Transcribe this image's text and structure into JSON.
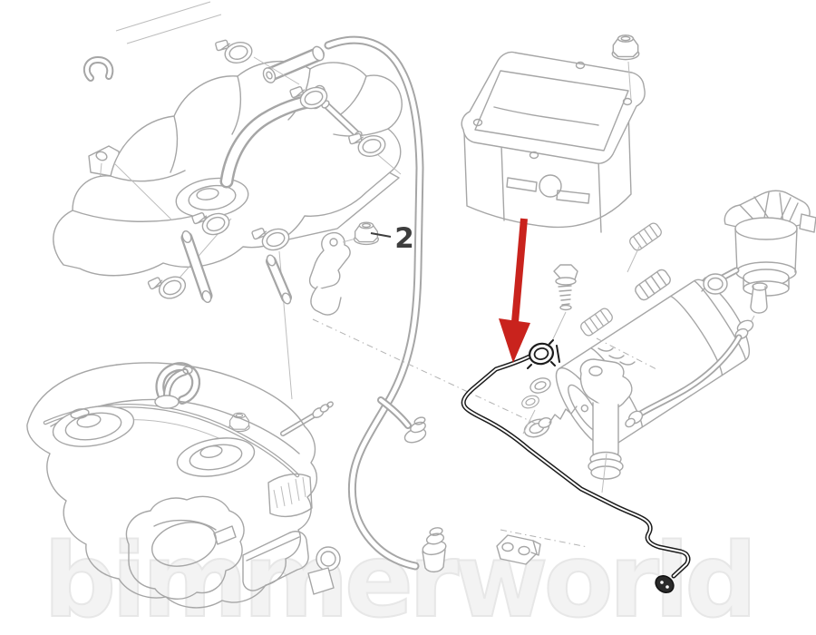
{
  "watermark": {
    "text": "bimmerworld"
  },
  "labels": {
    "part_number": "2"
  },
  "colors": {
    "background": "#ffffff",
    "outline": "#a6a6a6",
    "thin_line": "#bdbdbd",
    "highlight_part": "#1c1c1c",
    "arrow": "#c9231d",
    "label_text": "#3e3e3e",
    "watermark": "#f1f1f1"
  },
  "parts": {
    "highlighted_part": "fuel-tank-vent-line",
    "callout_2_target": "hex-flange-nut",
    "visible_assemblies": [
      "expansion-tank",
      "tank-mounting-bracket",
      "hose-clamps",
      "breather-hoses",
      "access-cover-panel",
      "flange-nuts",
      "charcoal-canister",
      "canister-mount-stand",
      "leak-diagnosis-pump",
      "sealing-plug",
      "mounting-bolt",
      "mounting-screw",
      "rubber-bushings",
      "fuel-tank",
      "fuel-pump-flanges",
      "fuel-filler-neck",
      "quick-connect-elbows",
      "line-p-clip",
      "line-holder",
      "vent-line-connectors"
    ]
  }
}
